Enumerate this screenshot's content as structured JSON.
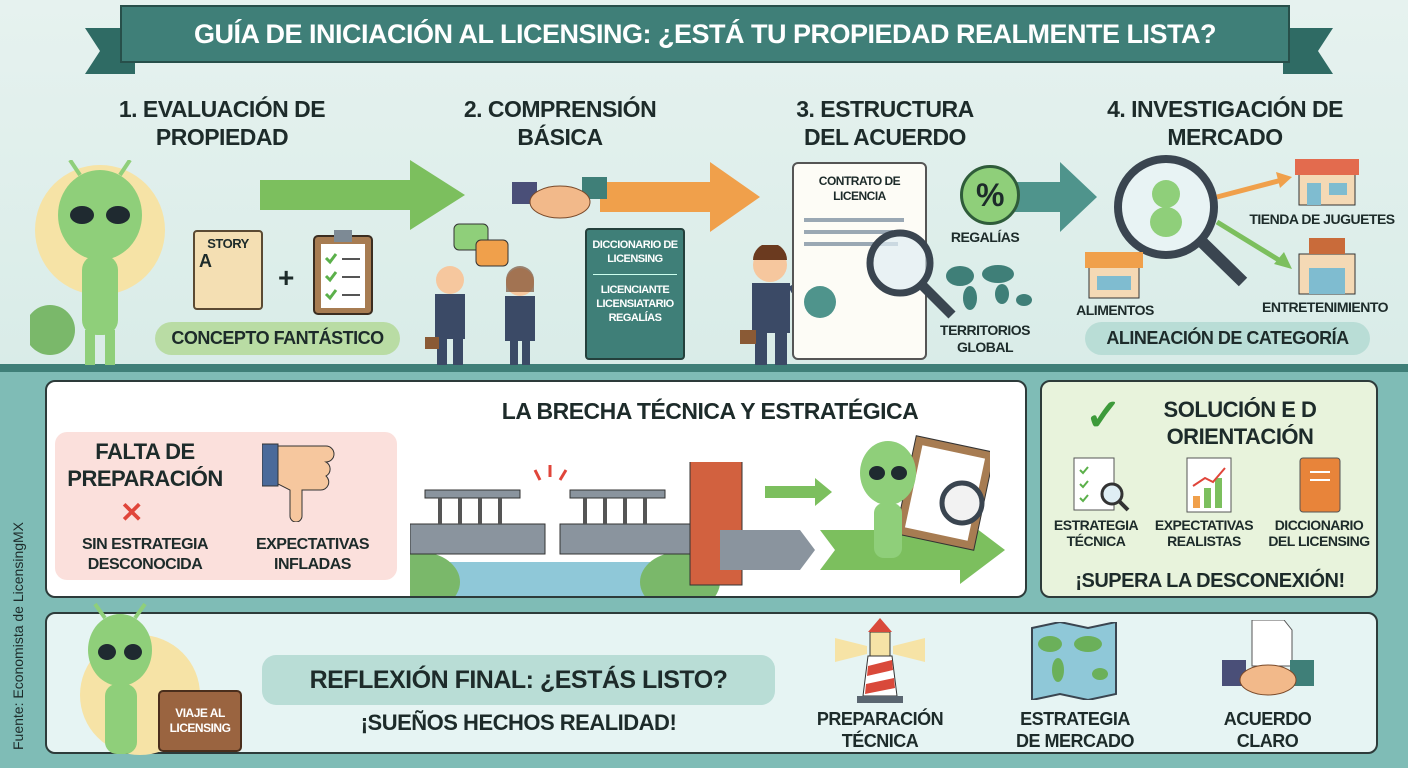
{
  "title": "GUÍA DE INICIACIÓN AL LICENSING: ¿ESTÁ TU PROPIEDAD REALMENTE LISTA?",
  "steps": [
    {
      "label": "1. EVALUACIÓN DE PROPIEDAD",
      "story": "STORY",
      "story_letter": "A",
      "plus": "+",
      "pill": "CONCEPTO FANTÁSTICO"
    },
    {
      "label": "2. COMPRENSIÓN BÁSICA",
      "book_title": "DICCIONARIO DE LICENSING",
      "book_terms": [
        "LICENCIANTE",
        "LICENSIATARIO",
        "REGALÍAS"
      ]
    },
    {
      "label": "3. ESTRUCTURA DEL ACUERDO",
      "contract": "CONTRATO DE LICENCIA",
      "percent": "%",
      "royalties": "REGALÍAS",
      "territories": "TERRITORIOS GLOBAL"
    },
    {
      "label": "4. INVESTIGACIÓN DE MERCADO",
      "toy_store": "TIENDA DE JUGUETES",
      "entertainment": "ENTRETENIMIENTO",
      "food": "ALIMENTOS",
      "pill": "ALINEACIÓN DE CATEGORÍA"
    }
  ],
  "gap": {
    "title": "LA BRECHA TÉCNICA Y ESTRATÉGICA",
    "lack": "FALTA DE PREPARACIÓN",
    "no_strategy": "SIN ESTRATEGIA DESCONOCIDA",
    "inflated": "EXPECTATIVAS INFLADAS"
  },
  "solution": {
    "title": "SOLUCIÓN E D ORIENTACIÓN",
    "items": [
      "ESTRATEGIA TÉCNICA",
      "EXPECTATIVAS REALISTAS",
      "DICCIONARIO DEL LICENSING"
    ],
    "cta": "¡SUPERA LA DESCONEXIÓN!"
  },
  "final": {
    "suitcase": "VIAJE AL LICENSING",
    "title": "REFLEXIÓN FINAL: ¿ESTÁS LISTO?",
    "subtitle": "¡SUEÑOS HECHOS REALIDAD!",
    "items": [
      "PREPARACIÓN TÉCNICA",
      "ESTRATEGIA DE MERCADO",
      "ACUERDO CLARO"
    ]
  },
  "source": "Fuente: Economista de LicensingMX",
  "colors": {
    "teal": "#3f7f78",
    "green": "#7cbf5e",
    "orange": "#f0a04b",
    "alien": "#8fcf7a"
  }
}
